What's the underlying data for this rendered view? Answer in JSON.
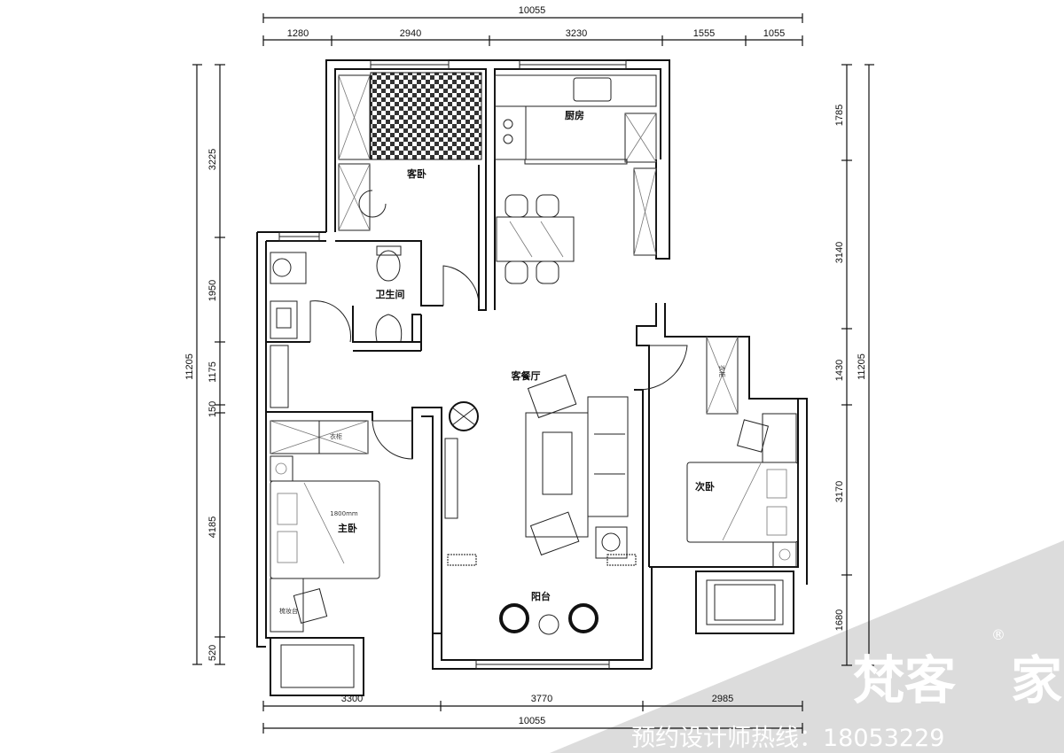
{
  "dimensions": {
    "top_total": "10055",
    "top_segments": [
      "1280",
      "2940",
      "3230",
      "1555",
      "1055"
    ],
    "left_total": "11205",
    "left_segments": [
      "3225",
      "1950",
      "1175",
      "150",
      "4185",
      "520"
    ],
    "right_total": "11205",
    "right_segments": [
      "1785",
      "3140",
      "1430",
      "3170",
      "1680"
    ],
    "bottom_segments": [
      "3300",
      "3770",
      "2985"
    ],
    "bottom_total": "10055"
  },
  "rooms": {
    "guest_bedroom": "客卧",
    "kitchen": "厨房",
    "bathroom": "卫生间",
    "living_dining": "客餐厅",
    "master_bed_size": "1800mm",
    "master_bedroom": "主卧",
    "dresser": "梳妆台",
    "wardrobe_master": "衣柜",
    "second_bedroom": "次卧",
    "wardrobe_second": "衣柜",
    "balcony": "阳台"
  },
  "watermark": {
    "brand": "梵客",
    "registered": "®",
    "brand_suffix": "家",
    "hotline": "预约设计师热线：18053229"
  }
}
